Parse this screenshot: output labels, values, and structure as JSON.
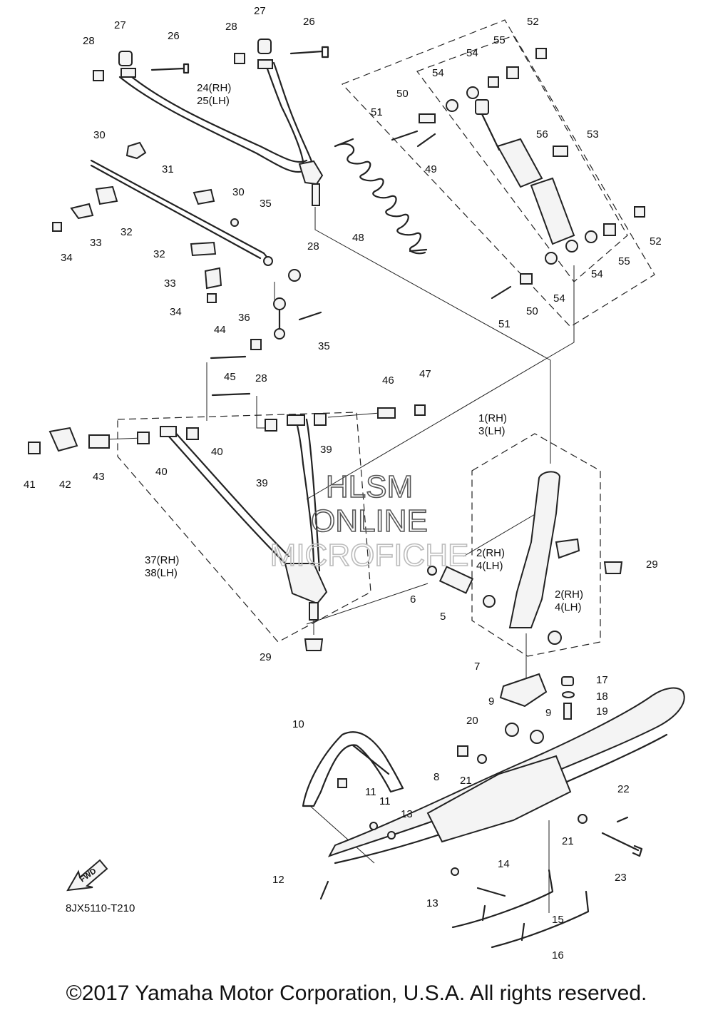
{
  "diagram_code": "8JX5110-T210",
  "fwd_label": "FWD",
  "watermark": [
    "HLSM",
    "ONLINE",
    "MICROFICHE"
  ],
  "copyright": "©2017 Yamaha Motor Corporation, U.S.A. All rights reserved.",
  "callouts": {
    "p1_3": [
      "1(RH)",
      "3(LH)"
    ],
    "p2_4a": [
      "2(RH)",
      "4(LH)"
    ],
    "p2_4b": [
      "2(RH)",
      "4(LH)"
    ],
    "p5": "5",
    "p6": "6",
    "p7": "7",
    "p8": "8",
    "p9a": "9",
    "p9b": "9",
    "p10": "10",
    "p11a": "11",
    "p11b": "11",
    "p12": "12",
    "p13a": "13",
    "p13b": "13",
    "p14": "14",
    "p15": "15",
    "p16": "16",
    "p17": "17",
    "p18": "18",
    "p19": "19",
    "p20": "20",
    "p21a": "21",
    "p21b": "21",
    "p22": "22",
    "p23": "23",
    "p24_25": [
      "24(RH)",
      "25(LH)"
    ],
    "p26a": "26",
    "p26b": "26",
    "p27a": "27",
    "p27b": "27",
    "p28a": "28",
    "p28b": "28",
    "p28c": "28",
    "p28d": "28",
    "p29a": "29",
    "p29b": "29",
    "p30a": "30",
    "p30b": "30",
    "p31": "31",
    "p32a": "32",
    "p32b": "32",
    "p33a": "33",
    "p33b": "33",
    "p34a": "34",
    "p34b": "34",
    "p35a": "35",
    "p35b": "35",
    "p36": "36",
    "p37_38": [
      "37(RH)",
      "38(LH)"
    ],
    "p39a": "39",
    "p39b": "39",
    "p40a": "40",
    "p40b": "40",
    "p41": "41",
    "p42": "42",
    "p43": "43",
    "p44": "44",
    "p45": "45",
    "p46": "46",
    "p47": "47",
    "p48": "48",
    "p49": "49",
    "p50a": "50",
    "p50b": "50",
    "p51a": "51",
    "p51b": "51",
    "p52a": "52",
    "p52b": "52",
    "p53": "53",
    "p54a": "54",
    "p54b": "54",
    "p54c": "54",
    "p54d": "54",
    "p55a": "55",
    "p55b": "55",
    "p56": "56"
  }
}
